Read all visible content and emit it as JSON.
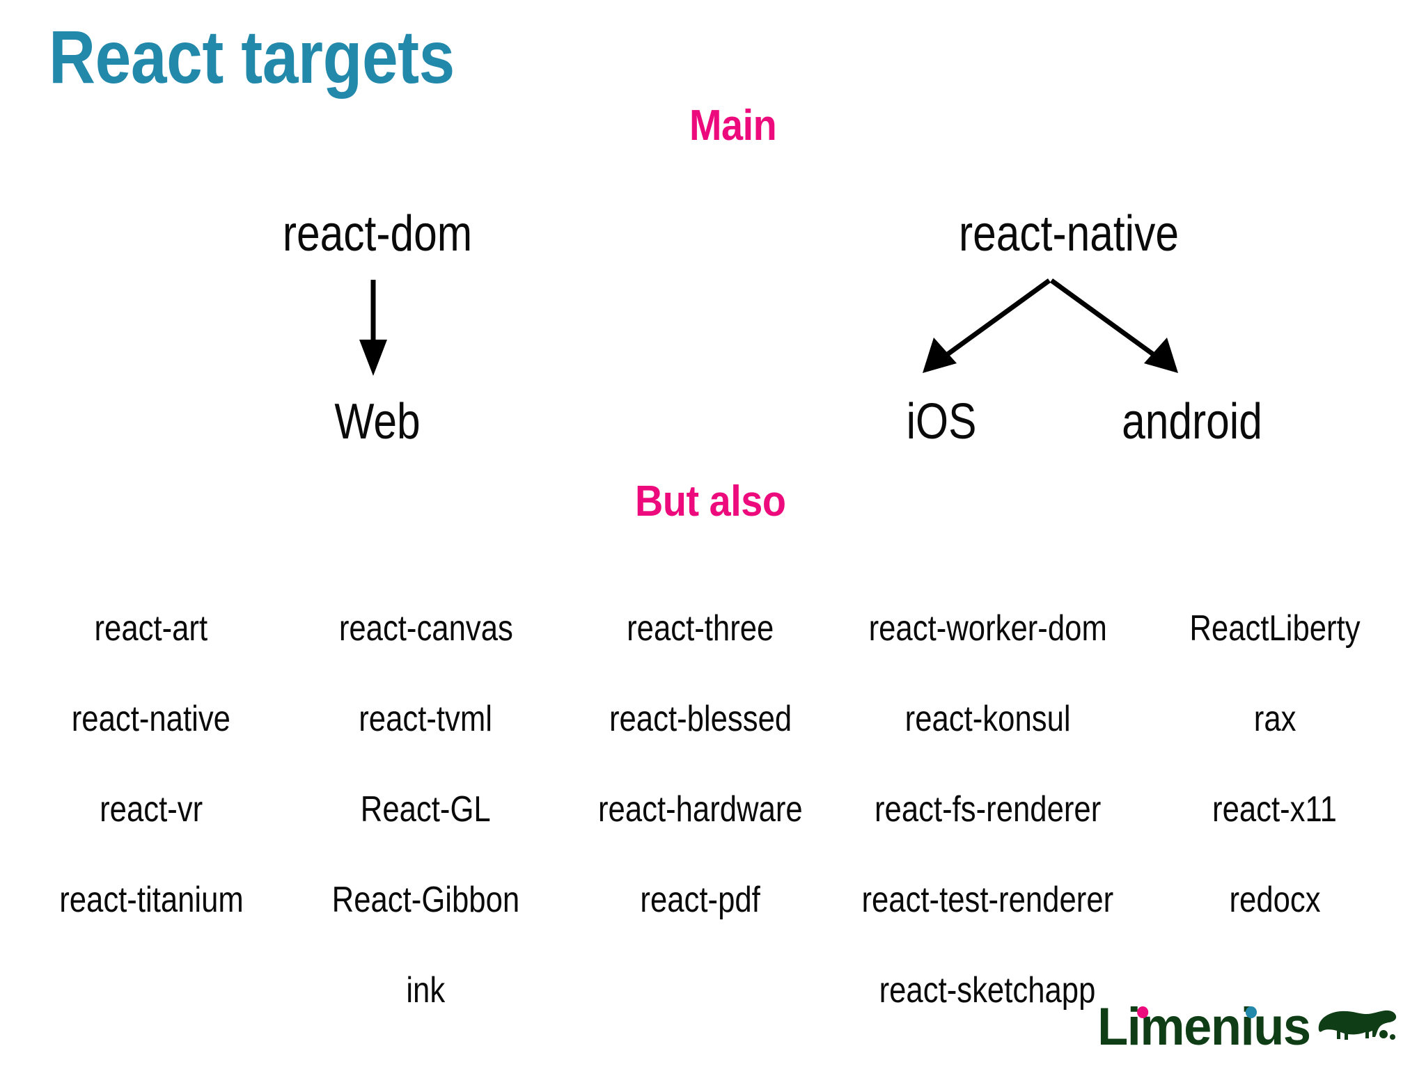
{
  "slide": {
    "title": "React targets",
    "title_color": "#2389ab",
    "accent_color": "#ec0a7c",
    "background_color": "#ffffff",
    "text_color": "#0a0a0a"
  },
  "sections": {
    "main_label": "Main",
    "but_also_label": "But also"
  },
  "diagram": {
    "left_branch": {
      "source": "react-dom",
      "targets": [
        "Web"
      ]
    },
    "right_branch": {
      "source": "react-native",
      "targets": [
        "iOS",
        "android"
      ]
    }
  },
  "packages": {
    "columns": 5,
    "rows": [
      [
        "react-art",
        "react-canvas",
        "react-three",
        "react-worker-dom",
        "ReactLiberty"
      ],
      [
        "react-native",
        "react-tvml",
        "react-blessed",
        "react-konsul",
        "rax"
      ],
      [
        "react-vr",
        "React-GL",
        "react-hardware",
        "react-fs-renderer",
        "react-x11"
      ],
      [
        "react-titanium",
        "React-Gibbon",
        "react-pdf",
        "react-test-renderer",
        "redocx"
      ],
      [
        "",
        "ink",
        "",
        "react-sketchapp",
        ""
      ]
    ]
  },
  "logo": {
    "wordmark": "Limenius",
    "wordmark_color": "#0f3d15",
    "dot_one_color": "#ec0a7c",
    "dot_two_color": "#2389ab",
    "mark": "bison-icon"
  }
}
